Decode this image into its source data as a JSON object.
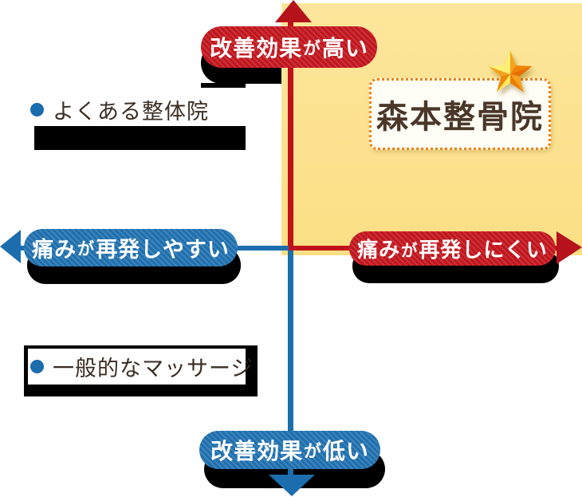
{
  "axis_labels": {
    "top": {
      "pre": "改善効果",
      "particle": "が",
      "post": "高い"
    },
    "bottom": {
      "pre": "改善効果",
      "particle": "が",
      "post": "低い"
    },
    "left": {
      "pre": "痛み",
      "particle": "が",
      "post": "再発しやすい"
    },
    "right": {
      "pre": "痛み",
      "particle": "が",
      "post": "再発しにくい"
    }
  },
  "highlight_box": {
    "label": "森本整骨院",
    "icon": "star-icon",
    "quadrant": "upper-right"
  },
  "legend_items": [
    {
      "label": "よくある整体院",
      "quadrant": "upper-left",
      "icon": "bullet-dot-icon"
    },
    {
      "label": "一般的なマッサージ",
      "quadrant": "lower-left",
      "icon": "bullet-dot-icon"
    }
  ],
  "colors": {
    "axis_red": "#C01119",
    "axis_blue": "#1B6DAD",
    "pill_red": "#C1151D",
    "pill_blue": "#1E6FAE",
    "quadrant_yellow": "#FCE189",
    "shadow_black": "#000000",
    "card_background": "#FFFEF6",
    "card_border_orange": "#F07D00",
    "text_brown": "#3A2D23",
    "card_text_brown": "#4A3729",
    "star_orange": "#F6921E",
    "star_yellow": "#FDF273"
  }
}
